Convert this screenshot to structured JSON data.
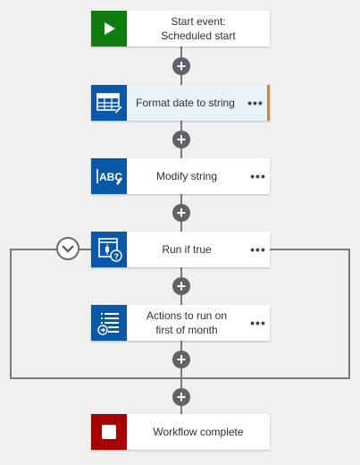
{
  "nodes": {
    "start": {
      "label": "Start event:\nScheduled start",
      "icon": "play-icon",
      "color": "#107c10"
    },
    "format": {
      "label": "Format date to string",
      "icon": "table-edit-icon",
      "color": "#0a58a8",
      "more": "•••",
      "selected": true
    },
    "modify": {
      "label": "Modify string",
      "icon": "abc-icon",
      "color": "#0a58a8",
      "more": "•••"
    },
    "runif": {
      "label": "Run if true",
      "icon": "condition-icon",
      "color": "#0a58a8",
      "more": "•••"
    },
    "actions": {
      "label": "Actions to run on\nfirst of month",
      "icon": "list-icon",
      "color": "#0a58a8",
      "more": "•••"
    },
    "complete": {
      "label": "Workflow complete",
      "icon": "stop-icon",
      "color": "#a80000"
    }
  },
  "add_symbol": "+",
  "accent_color": "#e67e22",
  "connector_color": "#7a7a7a"
}
